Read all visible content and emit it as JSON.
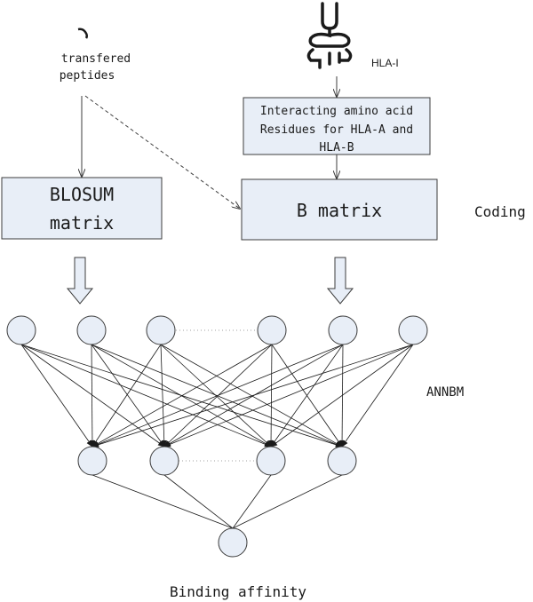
{
  "peptide": {
    "label_line1": "transfered",
    "label_line2": "peptides"
  },
  "hla": {
    "label": "HLA-I"
  },
  "interacting_box": {
    "line1": "Interacting amino acid",
    "line2": "Residues for HLA-A and",
    "line3": "HLA-B"
  },
  "blosum_box": {
    "line1": "BLOSUM",
    "line2": "matrix"
  },
  "b_matrix_box": {
    "label": "B matrix"
  },
  "side_labels": {
    "coding": "Coding",
    "annbm": "ANNBM"
  },
  "output": {
    "label": "Binding affinity"
  }
}
